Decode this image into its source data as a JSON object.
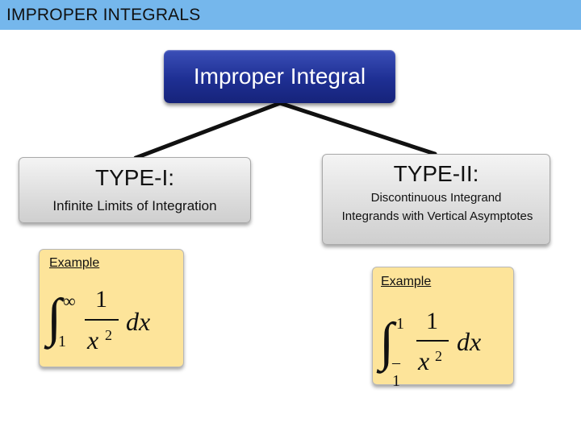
{
  "header": {
    "title": "IMPROPER INTEGRALS"
  },
  "root": {
    "label": "Improper Integral"
  },
  "type1": {
    "heading": "TYPE-I:",
    "description": "Infinite Limits of Integration",
    "example_label": "Example",
    "formula": {
      "lower": "1",
      "upper": "∞",
      "numerator": "1",
      "base": "x",
      "exponent": "2",
      "differential": "dx"
    }
  },
  "type2": {
    "heading": "TYPE-II:",
    "description": "Discontinuous Integrand",
    "description2": "Integrands with Vertical Asymptotes",
    "example_label": "Example",
    "formula": {
      "lower": "–1",
      "upper": "1",
      "numerator": "1",
      "base": "x",
      "exponent": "2",
      "differential": "dx"
    }
  },
  "colors": {
    "title_bar": "#75b7ec",
    "root_node": "#1e2f93",
    "type_box": "#d9d9d9",
    "example_box": "#fde49a",
    "connector": "#111111"
  }
}
